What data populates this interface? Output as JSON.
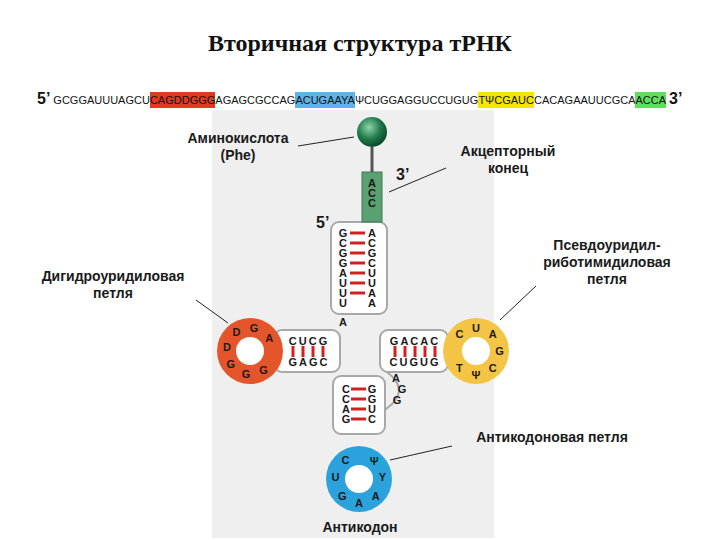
{
  "diagram": {
    "title": "Вторичная структура тРНК",
    "labels": [
      "5’",
      "GCGGAUUUAGCU",
      "CAGDDGGG",
      "AGAGCGCCAG",
      "ACUGAAYA",
      "ΨCUGGAGGUCCUGUG",
      "TΨCGAUC",
      "CACAGAAUUCGCA",
      "ACCA",
      "3’",
      "Аминокислота (Phe)",
      "3’",
      "Акцепторный конец",
      "5’",
      "Дигидроуридиловая петля",
      "Псевдоуридил-риботимидиловая петля",
      "Антикодоновая петля",
      "Антикодон",
      "ACC",
      "GCGGAUUU",
      "ACGCUUAA",
      "A",
      "CUCG",
      "GAGC",
      "CCAG",
      "GGUC",
      "GACAC",
      "CUGUG",
      "A",
      "G",
      "D",
      "D",
      "G",
      "G",
      "G",
      "C",
      "U",
      "G",
      "A",
      "A",
      "Y",
      "Ψ",
      "C",
      "U",
      "A",
      "G",
      "C",
      "Ψ",
      "T",
      "A",
      "G",
      "G"
    ]
  }
}
